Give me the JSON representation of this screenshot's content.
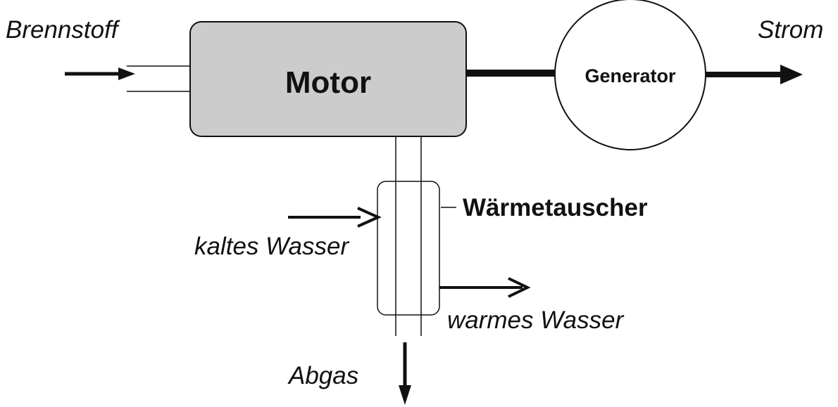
{
  "labels": {
    "fuel": "Brennstoff",
    "engine": "Motor",
    "generator": "Generator",
    "power": "Strom",
    "heat_exchanger": "Wärmetauscher",
    "cold_water": "kaltes Wasser",
    "warm_water": "warmes Wasser",
    "exhaust": "Abgas"
  },
  "colors": {
    "stroke": "#111111",
    "engine_fill": "#cccccc",
    "background": "#ffffff"
  }
}
